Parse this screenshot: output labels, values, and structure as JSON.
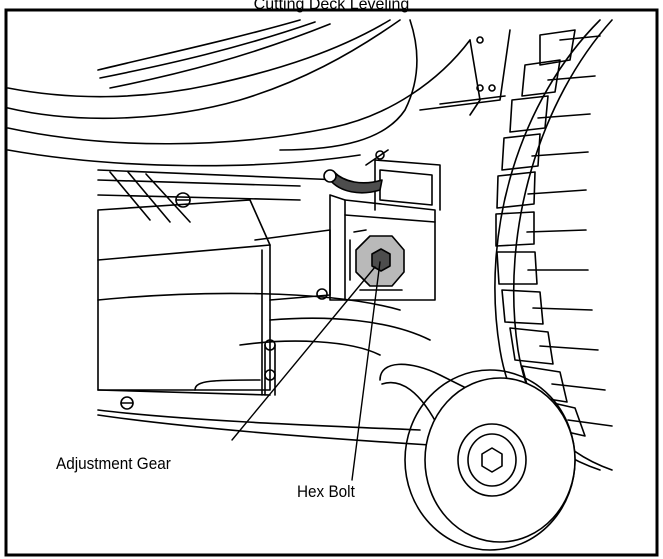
{
  "caption_top": "Cutting Deck Leveling",
  "callouts": {
    "adjustment_gear": "Adjustment Gear",
    "hex_bolt": "Hex Bolt"
  },
  "colors": {
    "line": "#000000",
    "shade": "#b9b9b9",
    "dark_shade": "#4d4d4d",
    "background": "#ffffff"
  }
}
